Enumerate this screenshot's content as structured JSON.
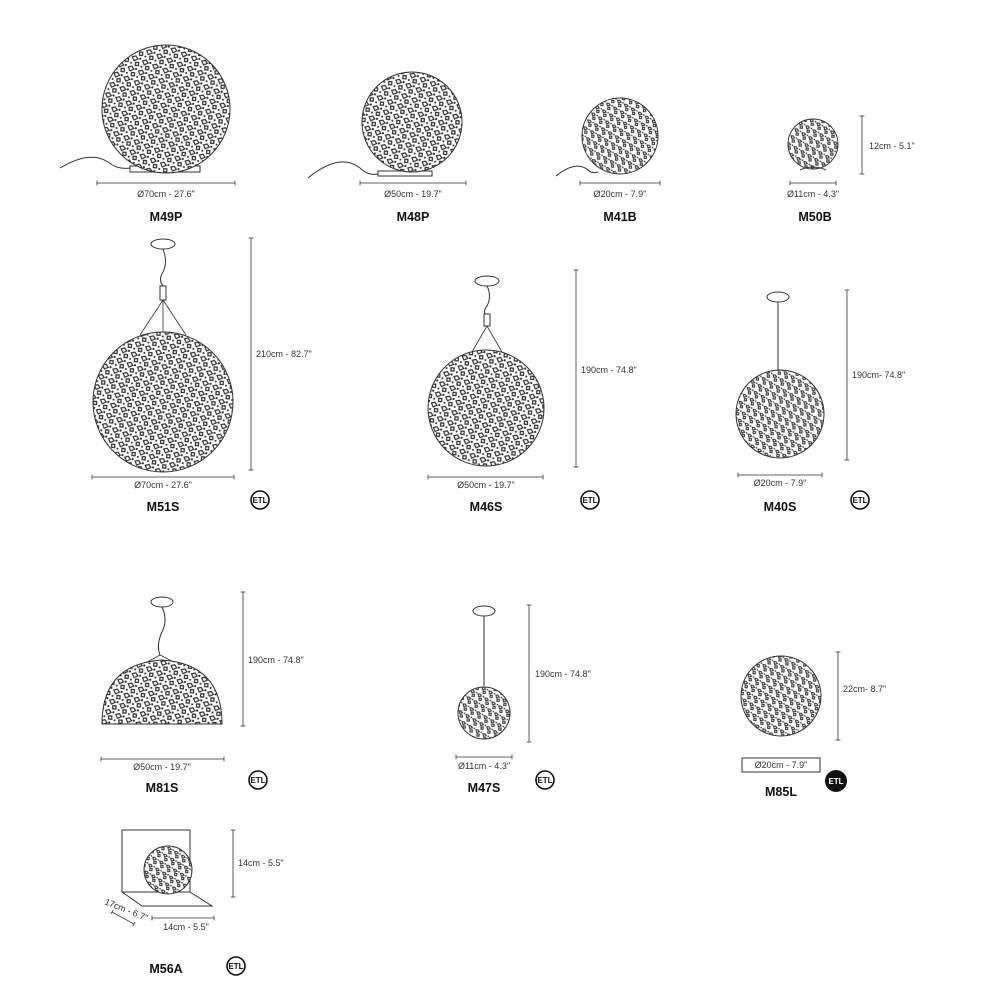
{
  "products": [
    {
      "code": "M49P",
      "width": "Ø70cm - 27.6\"",
      "kind": "floor"
    },
    {
      "code": "M48P",
      "width": "Ø50cm - 19.7\"",
      "kind": "floor"
    },
    {
      "code": "M41B",
      "width": "Ø20cm - 7.9\"",
      "kind": "table"
    },
    {
      "code": "M50B",
      "width": "Ø11cm - 4.3\"",
      "height": "12cm - 5.1\"",
      "kind": "table-small"
    },
    {
      "code": "M51S",
      "width": "Ø70cm - 27.6\"",
      "height": "210cm - 82.7\"",
      "kind": "pendant",
      "cert": "ETL"
    },
    {
      "code": "M46S",
      "width": "Ø50cm - 19.7\"",
      "height": "190cm - 74.8\"",
      "kind": "pendant",
      "cert": "ETL"
    },
    {
      "code": "M40S",
      "width": "Ø20cm - 7.9\"",
      "height": "190cm- 74.8\"",
      "kind": "pendant",
      "cert": "ETL"
    },
    {
      "code": "M81S",
      "width": "Ø50cm - 19.7\"",
      "height": "190cm - 74.8\"",
      "kind": "pendant-dome",
      "cert": "ETL"
    },
    {
      "code": "M47S",
      "width": "Ø11cm - 4.3\"",
      "height": "190cm - 74.8\"",
      "kind": "pendant",
      "cert": "ETL"
    },
    {
      "code": "M85L",
      "width": "Ø20cm - 7.9\"",
      "height": "22cm- 8.7\"",
      "kind": "wall",
      "cert": "ETL"
    },
    {
      "code": "M56A",
      "width": "14cm - 5.5\"",
      "depth": "17cm - 6.7\"",
      "height": "14cm - 5.5\"",
      "kind": "wall-bracket",
      "cert": "ETL"
    }
  ],
  "cert_label": "ETL",
  "colors": {
    "line": "#333333",
    "pattern": "#3a3a3a",
    "fill": "#ffffff"
  }
}
